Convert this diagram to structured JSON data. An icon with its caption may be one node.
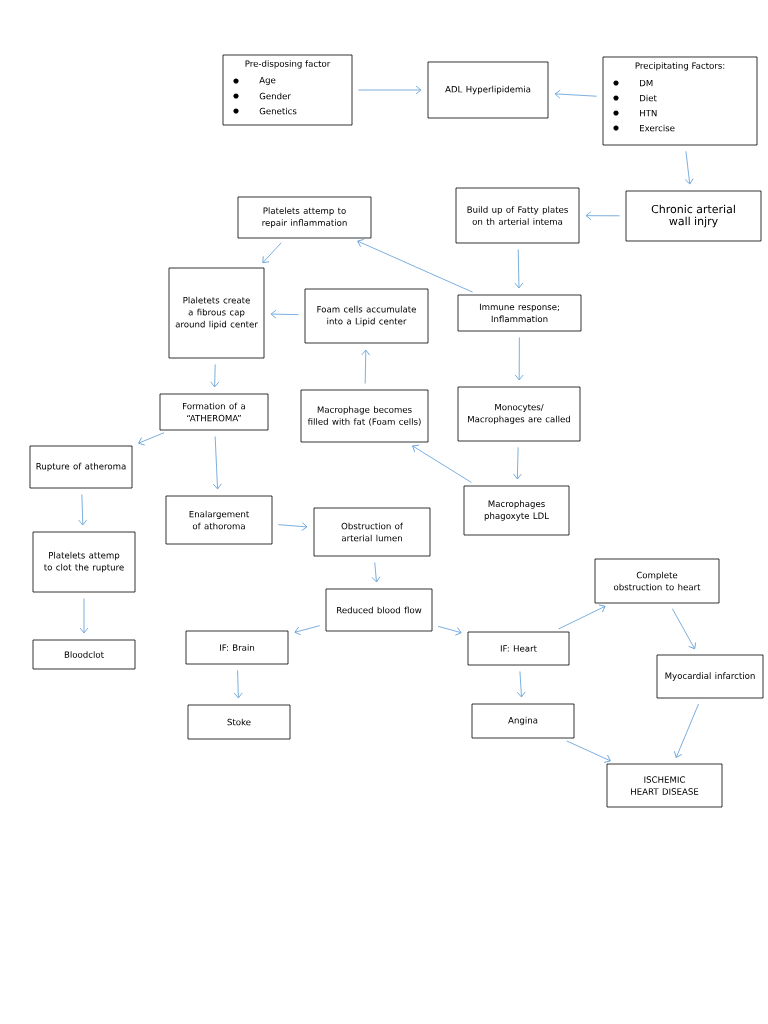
{
  "diagram": {
    "nodes": [
      {
        "text": [
          "Pre-disposing factor",
          "Age",
          "Gender",
          "Genetics"
        ]
      },
      {
        "text": [
          "ADL Hyperlipidemia"
        ]
      },
      {
        "text": [
          "Precipitating Factors:",
          "DM",
          "Diet",
          "HTN",
          "Exercise"
        ]
      },
      {
        "text": [
          "Build up of Fatty plates on th arterial intema"
        ]
      },
      {
        "text": [
          "Chronic arterial wall  injry"
        ]
      },
      {
        "text": [
          "Platelets attemp to repair inflammation"
        ]
      },
      {
        "text": [
          "Plaletets create a fibrous cap around lipid center"
        ]
      },
      {
        "text": [
          "Foam cells accumulate into a Lipid center"
        ]
      },
      {
        "text": [
          "Immune response; Inflammation"
        ]
      },
      {
        "text": [
          "Monocytes/ Macrophages are called"
        ]
      },
      {
        "text": [
          "Macrophage becomes filled with fat (Foam cells)"
        ]
      },
      {
        "text": [
          "Formation of a “ATHEROMA”"
        ]
      },
      {
        "text": [
          "Rupture of atheroma"
        ]
      },
      {
        "text": [
          "Macrophages phagoxyte LDL"
        ]
      },
      {
        "text": [
          "Enalargement of athoroma"
        ]
      },
      {
        "text": [
          "Obstruction of arterial lumen"
        ]
      },
      {
        "text": [
          "Platelets attemp to clot the rupture"
        ]
      },
      {
        "text": [
          "Reduced blood flow"
        ]
      },
      {
        "text": [
          "Complete obstruction to heart"
        ]
      },
      {
        "text": [
          "IF: Brain"
        ]
      },
      {
        "text": [
          "IF: Heart"
        ]
      },
      {
        "text": [
          "Bloodclot"
        ]
      },
      {
        "text": [
          "Myocardial infarction"
        ]
      },
      {
        "text": [
          "Stoke"
        ]
      },
      {
        "text": [
          "Angina"
        ]
      },
      {
        "text": [
          "ISCHEMIC HEART DISEASE"
        ]
      }
    ],
    "edges": [
      {
        "from": 0,
        "to": 1,
        "arrow": "to"
      },
      {
        "from": 2,
        "to": 1,
        "arrow": "to"
      },
      {
        "from": 2,
        "to": 4,
        "arrow": "to"
      },
      {
        "from": 4,
        "to": 3,
        "arrow": "to"
      },
      {
        "from": 3,
        "to": 8,
        "arrow": "to"
      },
      {
        "from": 8,
        "to": 5,
        "arrow": "to"
      },
      {
        "from": 5,
        "to": 6,
        "arrow": "to"
      },
      {
        "from": 8,
        "to": 9,
        "arrow": "to"
      },
      {
        "from": 9,
        "to": 13,
        "arrow": "to"
      },
      {
        "from": 13,
        "to": 10,
        "arrow": "to"
      },
      {
        "from": 10,
        "to": 7,
        "arrow": "to"
      },
      {
        "from": 7,
        "to": 6,
        "arrow": "to"
      },
      {
        "from": 6,
        "to": 11,
        "arrow": "to"
      },
      {
        "from": 11,
        "to": 12,
        "arrow": "to"
      },
      {
        "from": 11,
        "to": 14,
        "arrow": "to"
      },
      {
        "from": 12,
        "to": 16,
        "arrow": "to"
      },
      {
        "from": 16,
        "to": 21,
        "arrow": "to"
      },
      {
        "from": 14,
        "to": 15,
        "arrow": "to"
      },
      {
        "from": 15,
        "to": 17,
        "arrow": "to"
      },
      {
        "from": 17,
        "to": 19,
        "arrow": "to"
      },
      {
        "from": 17,
        "to": 20,
        "arrow": "to"
      },
      {
        "from": 19,
        "to": 23,
        "arrow": "to"
      },
      {
        "from": 20,
        "to": 24,
        "arrow": "to"
      },
      {
        "from": 20,
        "to": 18,
        "arrow": "to"
      },
      {
        "from": 18,
        "to": 22,
        "arrow": "to"
      },
      {
        "from": 22,
        "to": 25,
        "arrow": "to"
      },
      {
        "from": 24,
        "to": 25,
        "arrow": "to"
      }
    ]
  }
}
